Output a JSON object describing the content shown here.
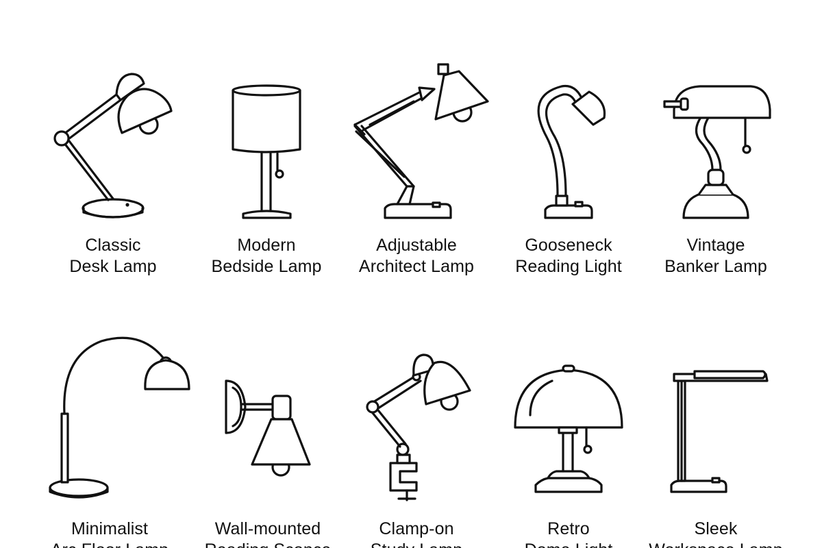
{
  "lamps": [
    {
      "line1": "Classic",
      "line2": "Desk Lamp",
      "icon": "classic-desk-lamp-icon"
    },
    {
      "line1": "Modern",
      "line2": "Bedside Lamp",
      "icon": "modern-bedside-lamp-icon"
    },
    {
      "line1": "Adjustable",
      "line2": "Architect Lamp",
      "icon": "architect-lamp-icon"
    },
    {
      "line1": "Gooseneck",
      "line2": "Reading Light",
      "icon": "gooseneck-light-icon"
    },
    {
      "line1": "Vintage",
      "line2": "Banker Lamp",
      "icon": "banker-lamp-icon"
    },
    {
      "line1": "Minimalist",
      "line2": "Arc Floor Lamp",
      "icon": "arc-floor-lamp-icon"
    },
    {
      "line1": "Wall-mounted",
      "line2": "Reading Sconce",
      "icon": "wall-sconce-icon"
    },
    {
      "line1": "Clamp-on",
      "line2": "Study Lamp",
      "icon": "clamp-lamp-icon"
    },
    {
      "line1": "Retro",
      "line2": "Dome Light",
      "icon": "dome-light-icon"
    },
    {
      "line1": "Sleek",
      "line2": "Workspace Lamp",
      "icon": "workspace-lamp-icon"
    }
  ],
  "colors": {
    "background": "#ffffff",
    "ink": "#111111"
  }
}
